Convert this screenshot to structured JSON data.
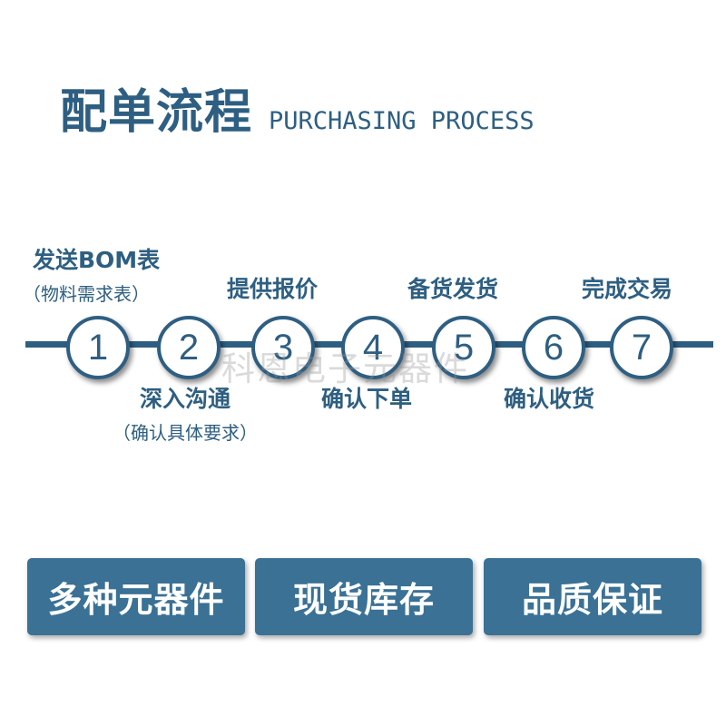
{
  "header": {
    "title_cn": "配单流程",
    "title_en": "PURCHASING PROCESS"
  },
  "steps": [
    {
      "number": "1",
      "label": "发送BOM表",
      "sublabel": "（物料需求表）"
    },
    {
      "number": "2",
      "label": "深入沟通",
      "sublabel": "（确认具体要求）"
    },
    {
      "number": "3",
      "label": "提供报价"
    },
    {
      "number": "4",
      "label": "确认下单"
    },
    {
      "number": "5",
      "label": "备货发货"
    },
    {
      "number": "6",
      "label": "确认收货"
    },
    {
      "number": "7",
      "label": "完成交易"
    }
  ],
  "watermark": "科恩电子元器件",
  "features": [
    "多种元器件",
    "现货库存",
    "品质保证"
  ],
  "colors": {
    "primary": "#2e5f82",
    "button": "#3a7195",
    "background": "#ffffff"
  }
}
